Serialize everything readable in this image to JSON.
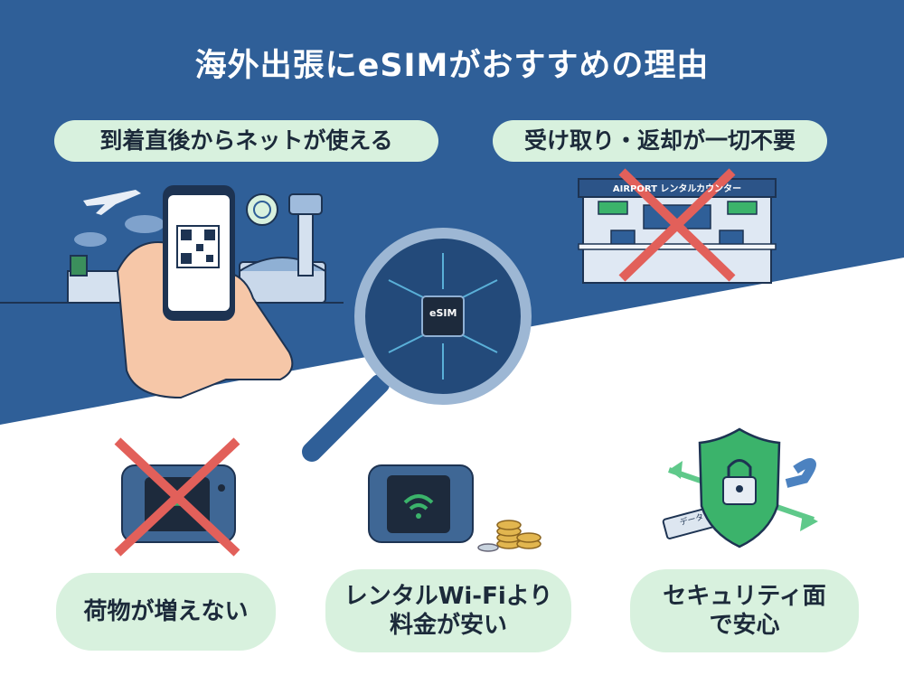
{
  "title": "海外出張にeSIMがおすすめの理由",
  "benefits": [
    {
      "label": "到着直後からネットが使える"
    },
    {
      "label": "受け取り・返却が一切不要",
      "sign_text": "AIRPORT レンタルカウンター"
    },
    {
      "label": "荷物が増えない"
    },
    {
      "label_line1": "レンタルWi-Fiより",
      "label_line2": "料金が安い"
    },
    {
      "label_line1": "セキュリティ面",
      "label_line2": "で安心",
      "card_text": "データ"
    }
  ],
  "chip_label": "eSIM",
  "colors": {
    "background_blue": "#2f5f98",
    "pill_green": "#d8f1de",
    "cross_red": "#e2605a",
    "shield_green": "#3bb36b"
  }
}
